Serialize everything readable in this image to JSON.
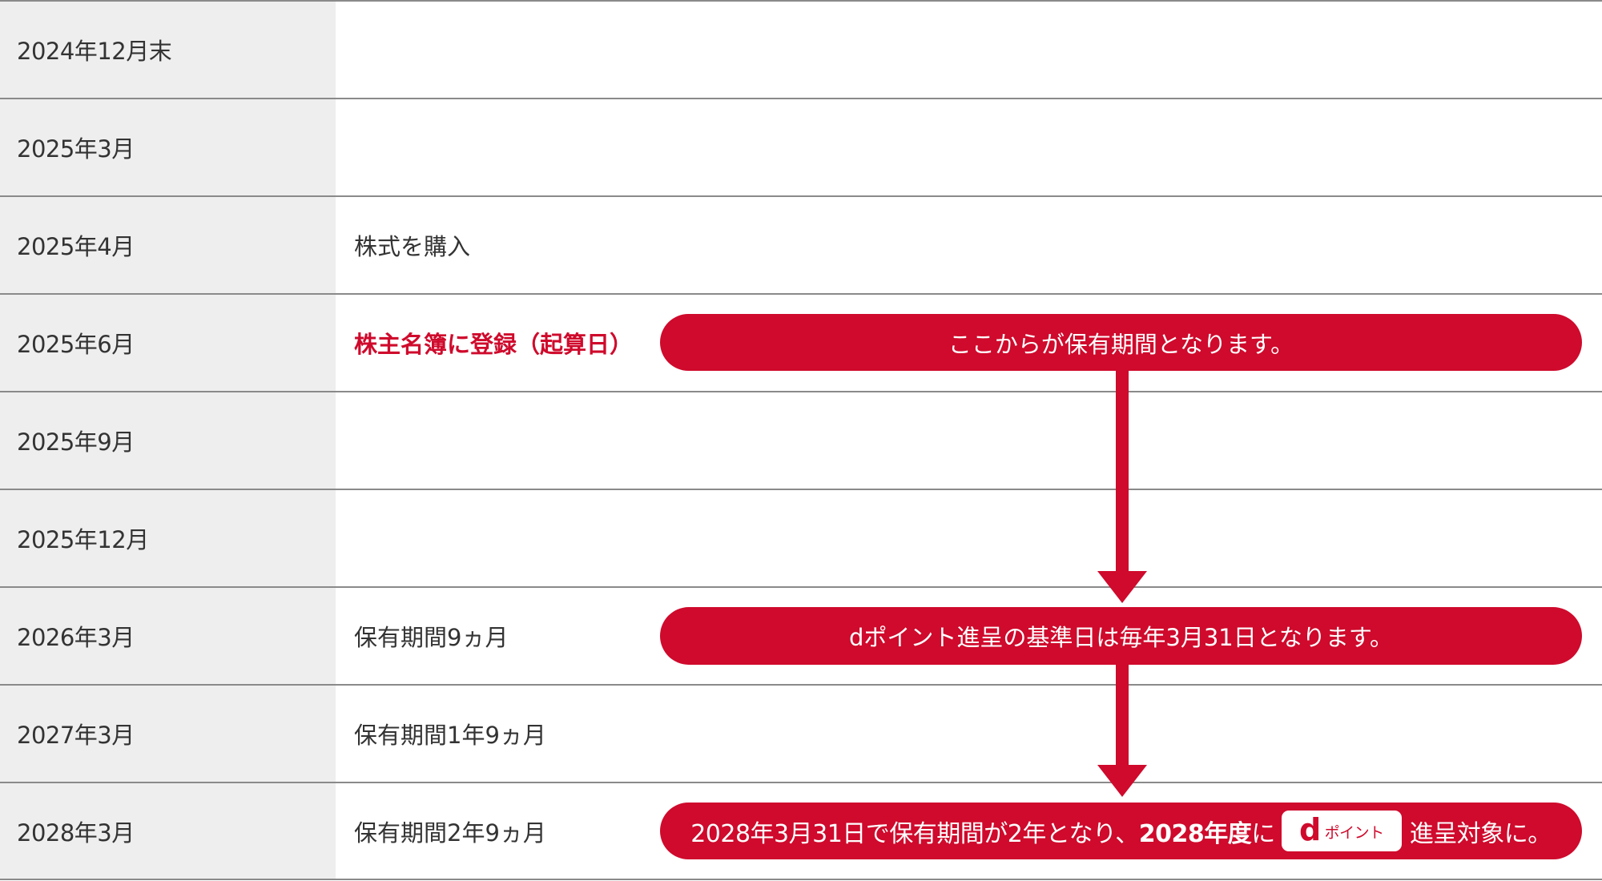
{
  "timeline": {
    "rows": [
      {
        "date": "2024年12月末",
        "event": ""
      },
      {
        "date": "2025年3月",
        "event": ""
      },
      {
        "date": "2025年4月",
        "event": "株式を購入"
      },
      {
        "date": "2025年6月",
        "event": "株主名簿に登録（起算日）"
      },
      {
        "date": "2025年9月",
        "event": ""
      },
      {
        "date": "2025年12月",
        "event": ""
      },
      {
        "date": "2026年3月",
        "event": "保有期間9ヵ月"
      },
      {
        "date": "2027年3月",
        "event": "保有期間1年9ヵ月"
      },
      {
        "date": "2028年3月",
        "event": "保有期間2年9ヵ月"
      }
    ]
  },
  "callouts": {
    "start": "ここからが保有期間となります。",
    "base_date": "dポイント進呈の基準日は毎年3月31日となります。",
    "final": {
      "text_before": "2028年3月31日で保有期間が2年となり、",
      "text_bold": "2028年度",
      "text_particle": "に",
      "badge_d": "d",
      "badge_label": "ポイント",
      "text_after": "進呈対象に。"
    }
  },
  "colors": {
    "accent": "#cf0a2c",
    "date_bg": "#eeeeee",
    "divider": "#8a8a8a",
    "text": "#333333"
  },
  "icons": {
    "arrow": "down-arrow-icon"
  }
}
